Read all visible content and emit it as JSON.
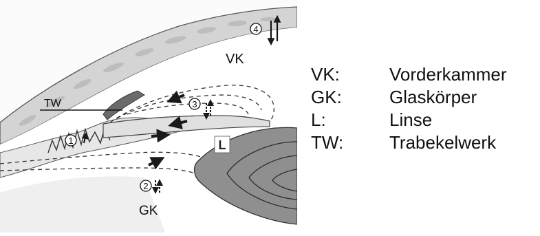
{
  "labels": {
    "vk": "VK",
    "gk": "GK",
    "lens": "L",
    "tw": "TW",
    "route_1": "1",
    "route_2": "2",
    "route_3": "3",
    "route_4": "4"
  },
  "legend": [
    {
      "abbr": "VK:",
      "term": "Vorderkammer"
    },
    {
      "abbr": "GK:",
      "term": "Glaskörper"
    },
    {
      "abbr": "L:",
      "term": "Linse"
    },
    {
      "abbr": "TW:",
      "term": "Trabekelwerk"
    }
  ]
}
